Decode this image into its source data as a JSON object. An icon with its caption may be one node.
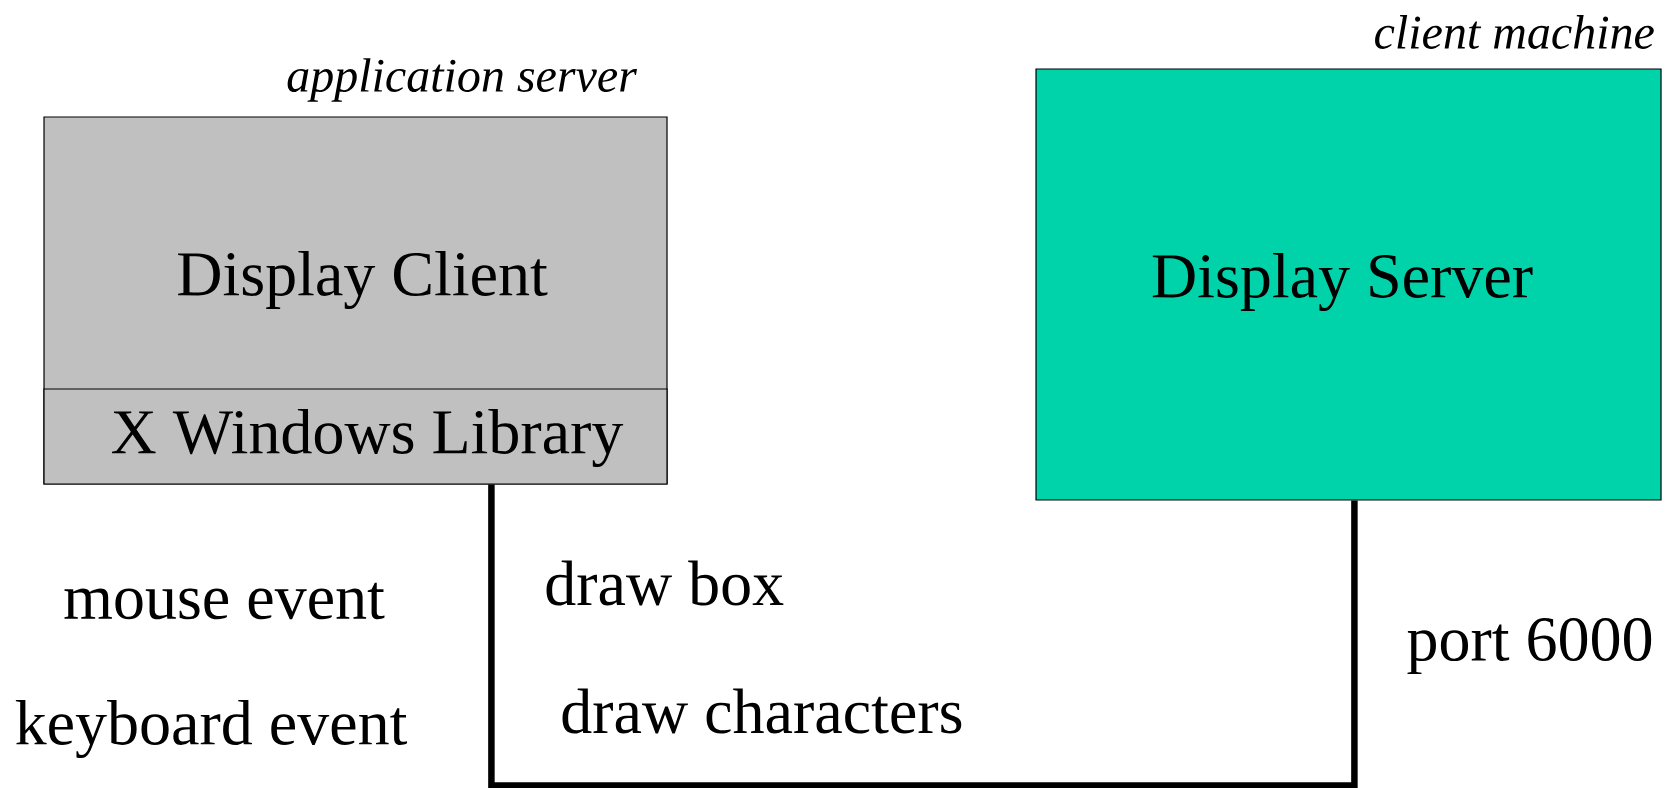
{
  "diagram": {
    "nodes": [
      {
        "text": [
          "application server",
          "Display Client"
        ]
      },
      {
        "text": [
          "X Windows Library"
        ],
        "in": 0
      },
      {
        "text": [
          "client machine",
          "Display Server"
        ]
      }
    ],
    "edges": [
      {
        "from": 1,
        "to": 2,
        "arrow": "none"
      }
    ],
    "labels": [
      "draw box",
      "mouse event",
      "port 6000",
      "keyboard event",
      "draw characters"
    ]
  }
}
